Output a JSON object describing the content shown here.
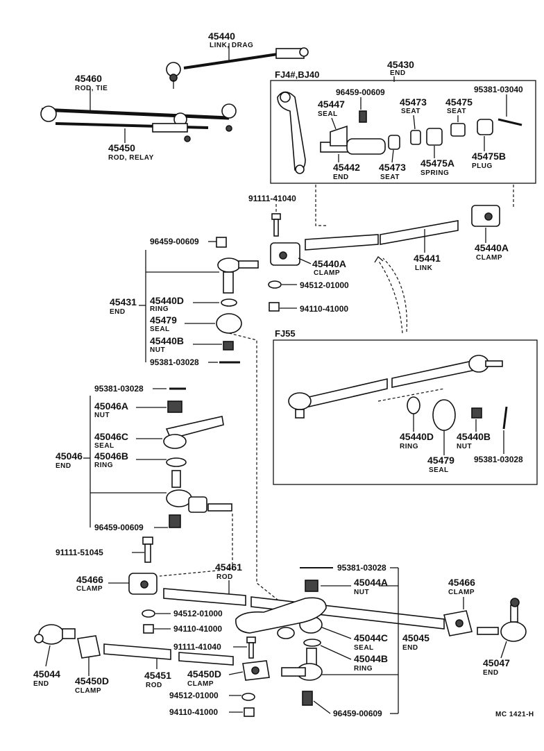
{
  "top": {
    "p45440": {
      "num": "45440",
      "name": "LINK, DRAG"
    },
    "p45460": {
      "num": "45460",
      "name": "ROD, TIE"
    },
    "p45450": {
      "num": "45450",
      "name": "ROD, RELAY"
    }
  },
  "box_fj40": {
    "title": "FJ4#,BJ40",
    "p45430": {
      "num": "45430",
      "name": "END"
    },
    "p96459": {
      "num": "96459-00609"
    },
    "p95381": {
      "num": "95381-03040"
    },
    "p45447": {
      "num": "45447",
      "name": "SEAL"
    },
    "p45473a": {
      "num": "45473",
      "name": "SEAT"
    },
    "p45475": {
      "num": "45475",
      "name": "SEAT"
    },
    "p45442": {
      "num": "45442",
      "name": "END"
    },
    "p45473b": {
      "num": "45473",
      "name": "SEAT"
    },
    "p45475A": {
      "num": "45475A",
      "name": "SPRING"
    },
    "p45475B": {
      "num": "45475B",
      "name": "PLUG"
    }
  },
  "middle": {
    "p91111_41040": {
      "num": "91111-41040"
    },
    "p45440A_r": {
      "num": "45440A",
      "name": "CLAMP"
    },
    "p45441": {
      "num": "45441",
      "name": "LINK"
    },
    "p45440A_l": {
      "num": "45440A",
      "name": "CLAMP"
    },
    "p94512": {
      "num": "94512-01000"
    },
    "p94110": {
      "num": "94110-41000"
    }
  },
  "g45431": {
    "num": "45431",
    "name": "END",
    "p96459": {
      "num": "96459-00609"
    },
    "p45440D": {
      "num": "45440D",
      "name": "RING"
    },
    "p45479": {
      "num": "45479",
      "name": "SEAL"
    },
    "p45440B": {
      "num": "45440B",
      "name": "NUT"
    },
    "p95381": {
      "num": "95381-03028"
    }
  },
  "box_fj55": {
    "title": "FJ55",
    "p45440D": {
      "num": "45440D",
      "name": "RING"
    },
    "p45440B": {
      "num": "45440B",
      "name": "NUT"
    },
    "p45479": {
      "num": "45479",
      "name": "SEAL"
    },
    "p95381": {
      "num": "95381-03028"
    }
  },
  "g45046": {
    "num": "45046",
    "name": "END",
    "p95381": {
      "num": "95381-03028"
    },
    "p45046A": {
      "num": "45046A",
      "name": "NUT"
    },
    "p45046C": {
      "num": "45046C",
      "name": "SEAL"
    },
    "p45046B": {
      "num": "45046B",
      "name": "RING"
    },
    "p96459": {
      "num": "96459-00609"
    }
  },
  "bottom": {
    "p91111_51045": {
      "num": "91111-51045"
    },
    "p45466_l": {
      "num": "45466",
      "name": "CLAMP"
    },
    "p45461": {
      "num": "45461",
      "name": "ROD"
    },
    "p95381": {
      "num": "95381-03028"
    },
    "p45044A": {
      "num": "45044A",
      "name": "NUT"
    },
    "p45466_r": {
      "num": "45466",
      "name": "CLAMP"
    },
    "p94512_a": {
      "num": "94512-01000"
    },
    "p94110_a": {
      "num": "94110-41000"
    },
    "p45044C": {
      "num": "45044C",
      "name": "SEAL"
    },
    "p45045": {
      "num": "45045",
      "name": "END"
    },
    "p45044B": {
      "num": "45044B",
      "name": "RING"
    },
    "p91111_41040": {
      "num": "91111-41040"
    },
    "p45044": {
      "num": "45044",
      "name": "END"
    },
    "p45450D_l": {
      "num": "45450D",
      "name": "CLAMP"
    },
    "p45451": {
      "num": "45451",
      "name": "ROD"
    },
    "p45450D_r": {
      "num": "45450D",
      "name": "CLAMP"
    },
    "p45047": {
      "num": "45047",
      "name": "END"
    },
    "p94512_b": {
      "num": "94512-01000"
    },
    "p94110_b": {
      "num": "94110-41000"
    },
    "p96459": {
      "num": "96459-00609"
    }
  },
  "footer": {
    "code": "MC 1421-H"
  }
}
